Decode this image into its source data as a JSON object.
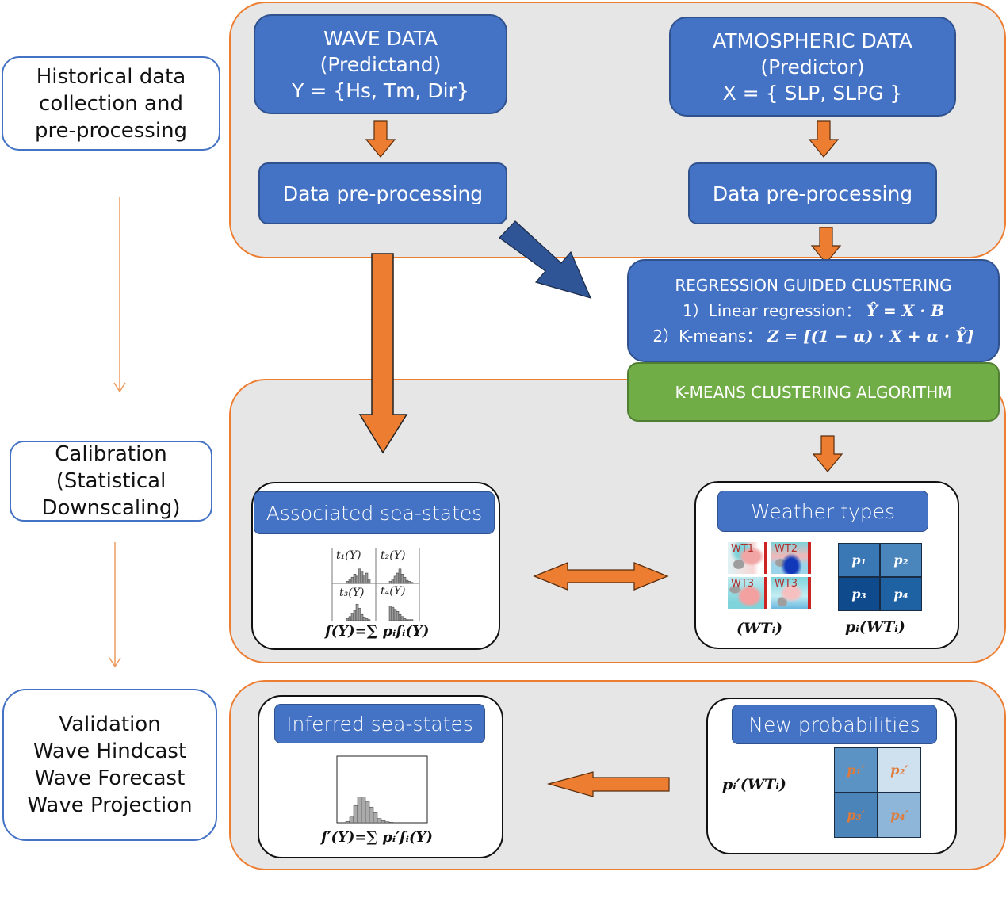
{
  "stages": {
    "historical": "Historical data\ncollection and\npre-processing",
    "calibration": "Calibration\n(Statistical\nDownscaling)",
    "validation": "Validation\nWave Hindcast\nWave Forecast\nWave Projection"
  },
  "wave_data": {
    "title": "WAVE DATA",
    "role": "(Predictand)",
    "vars": "Y = {Hs, Tm, Dir}"
  },
  "atmos_data": {
    "title": "ATMOSPHERIC DATA",
    "role": "(Predictor)",
    "vars": "X = { SLP, SLPG }"
  },
  "preprocessing": {
    "wave_label": "Data pre-processing",
    "atmos_label": "Data pre-processing"
  },
  "regression": {
    "title": "REGRESSION GUIDED CLUSTERING",
    "step1_label": "1）Linear regression：",
    "step1_formula": "Ŷ = X · B",
    "step2_label": "2）K-means：",
    "step2_formula": "Z = [(1 − α) · X + α · Ŷ]"
  },
  "kmeans": {
    "label": "K-MEANS CLUSTERING ALGORITHM"
  },
  "associated": {
    "title": "Associated sea-states",
    "panels": [
      "t₁(Y)",
      "t₂(Y)",
      "t₃(Y)",
      "t₄(Y)"
    ],
    "formula": "f(Y)=∑ pᵢfᵢ(Y)"
  },
  "weather": {
    "title": "Weather types",
    "maps": [
      "WT1",
      "WT2",
      "WT3",
      "WT3"
    ],
    "maps_caption": "(WTᵢ)",
    "probs": [
      "p₁",
      "p₂",
      "p₃",
      "p₄"
    ],
    "probs_caption": "pᵢ(WTᵢ)",
    "prob_colors": [
      "#3a78b5",
      "#4a85bc",
      "#0e4a8c",
      "#1f62a3"
    ]
  },
  "inferred": {
    "title": "Inferred sea-states",
    "formula": "f′(Y)=∑ pᵢ′fᵢ(Y)"
  },
  "new_probs": {
    "title": "New probabilities",
    "label": "pᵢ′(WTᵢ)",
    "probs": [
      "p₁′",
      "p₂′",
      "p₃′",
      "p₄′"
    ],
    "prob_colors": [
      "#5b94c4",
      "#cfe0ee",
      "#4a84b8",
      "#8db6d8"
    ],
    "text_color": "#e07a3a"
  },
  "colors": {
    "accent_blue": "#4472c4",
    "orange": "#ed7d31",
    "green": "#70ad47",
    "panel_bg": "#e7e6e6",
    "dark_arrow": "#2f5597"
  }
}
